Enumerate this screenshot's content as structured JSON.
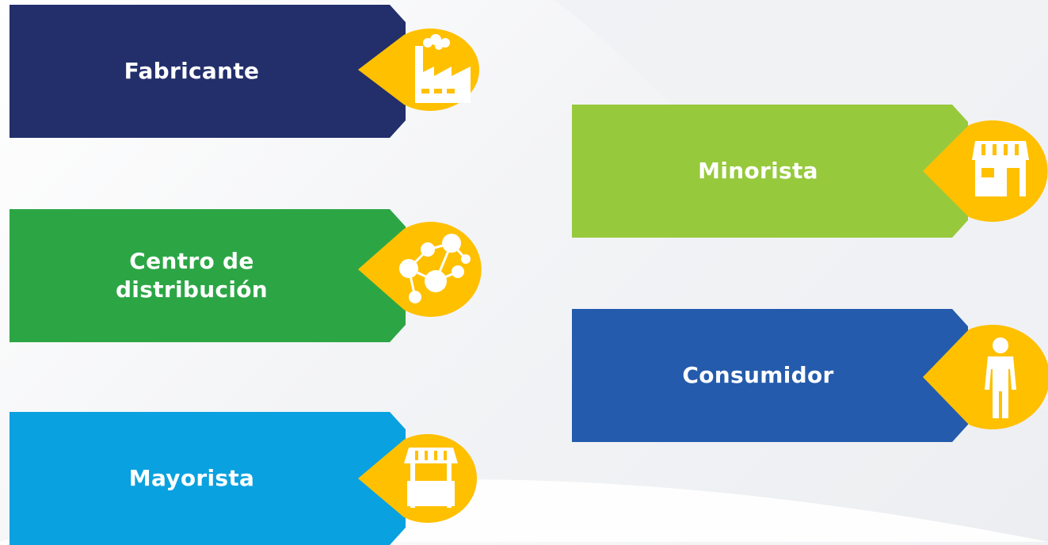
{
  "colors": {
    "badge": "#FFC000",
    "icon": "#ffffff"
  },
  "cards": [
    {
      "id": "fabricante",
      "label": "Fabricante",
      "color": "#222F6B",
      "icon": "factory-icon"
    },
    {
      "id": "distribucion",
      "label": "Centro de distribución",
      "color": "#2CA645",
      "icon": "network-icon"
    },
    {
      "id": "mayorista",
      "label": "Mayorista",
      "color": "#09A1E0",
      "icon": "market-stall-icon"
    },
    {
      "id": "minorista",
      "label": "Minorista",
      "color": "#97C93D",
      "icon": "storefront-icon"
    },
    {
      "id": "consumidor",
      "label": "Consumidor",
      "color": "#245BAC",
      "icon": "person-icon"
    }
  ]
}
